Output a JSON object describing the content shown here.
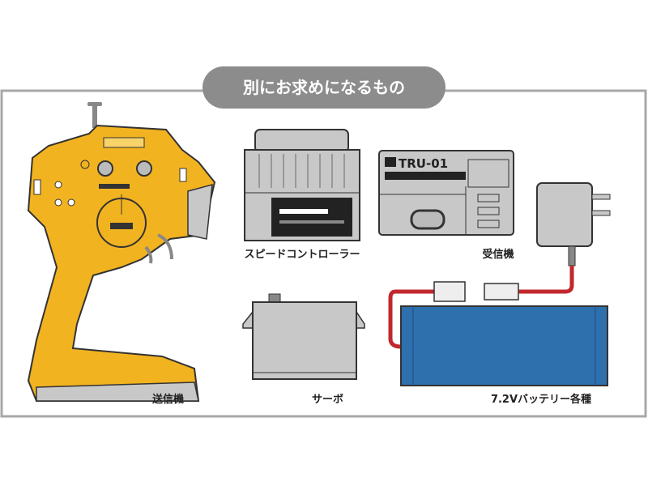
{
  "title": "別にお求めになるもの",
  "items": {
    "transmitter": {
      "label": "送信機"
    },
    "speed_controller": {
      "label": "スピードコントローラー"
    },
    "receiver": {
      "label": "受信機",
      "model": "TRU-01"
    },
    "servo": {
      "label": "サーボ"
    },
    "battery": {
      "label": "7.2Vバッテリー各種"
    }
  },
  "colors": {
    "frame": "#a8a8a8",
    "badge": "#8c8c8c",
    "transmitter": "#f2b320",
    "device_gray": "#c8c8c8",
    "battery": "#2e6fae",
    "wire": "#c0282d"
  }
}
